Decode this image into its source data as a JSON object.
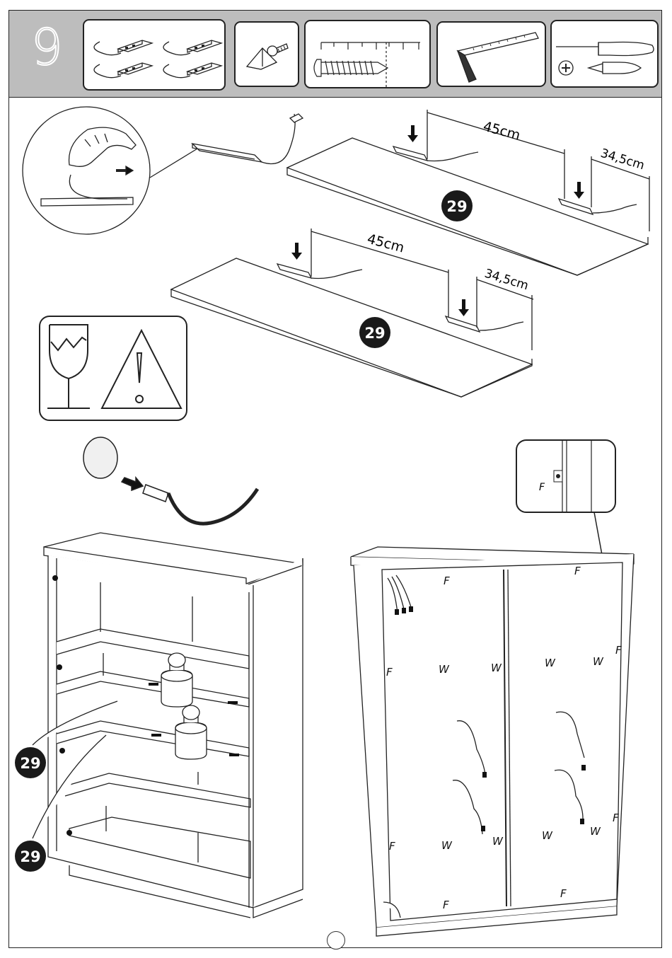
{
  "step": {
    "number": "9"
  },
  "badges": {
    "part_a": "29",
    "part_b": "29",
    "part_c": "29",
    "part_d": "29"
  },
  "dimensions": {
    "top_board_spacing": "45cm",
    "top_board_offset": "34,5cm",
    "lower_board_spacing": "45cm",
    "lower_board_offset": "34,5cm"
  },
  "fitting_labels": {
    "inset_f": "F",
    "f1": "F",
    "f2": "F",
    "f3": "F",
    "f4": "F",
    "f5": "F",
    "f6": "F",
    "f7": "F",
    "f8": "F",
    "w1": "W",
    "w2": "W",
    "w3": "W",
    "w4": "W",
    "w5": "W",
    "w6": "W",
    "w7": "W",
    "w8": "W"
  },
  "icons": [
    "led-light-bars-icon",
    "corner-bracket-screw-icon",
    "screw-measure-icon",
    "square-ruler-icon",
    "screwdrivers-icon",
    "fragile-glass-icon",
    "warning-triangle-icon"
  ],
  "colors": {
    "header_gray": "#bdbdbd",
    "badge_black": "#1a1a1a",
    "line": "#222222"
  }
}
